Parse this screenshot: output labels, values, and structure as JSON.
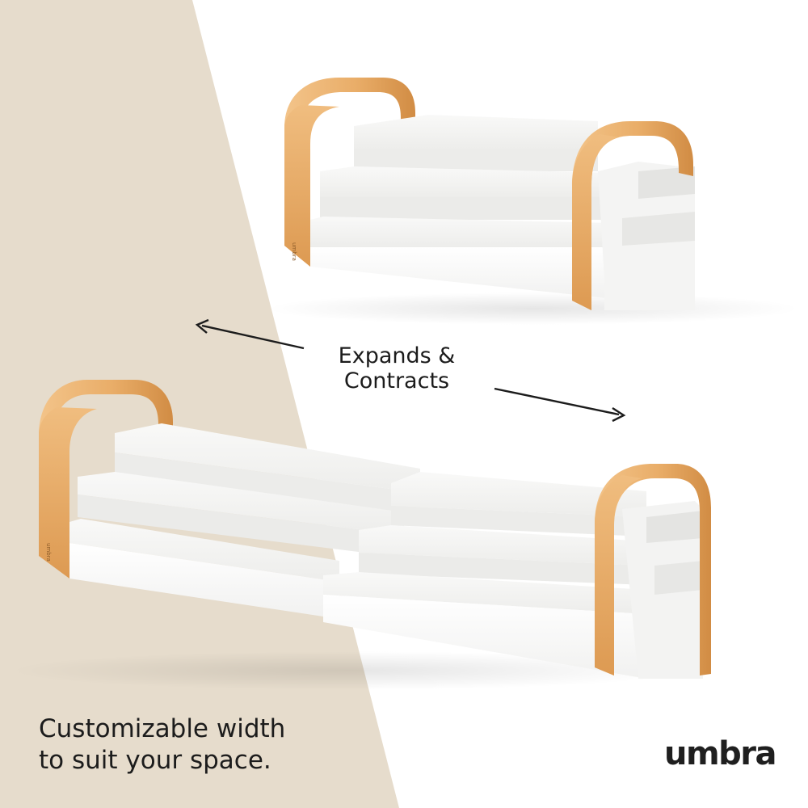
{
  "callout": {
    "line1": "Expands &",
    "line2": "Contracts"
  },
  "tagline": {
    "line1": "Customizable width",
    "line2": "to suit your space."
  },
  "brand": {
    "logo_text": "umbra",
    "side_stamp": "umbra"
  },
  "colors": {
    "beige_panel": "#e6dccc",
    "wood_light": "#efbe82",
    "wood_dark": "#d9954a",
    "white_shelf": "#f7f7f6",
    "text": "#1c1c1c"
  },
  "icons": {
    "arrow_left": "arrow-left-icon",
    "arrow_right": "arrow-right-icon"
  }
}
